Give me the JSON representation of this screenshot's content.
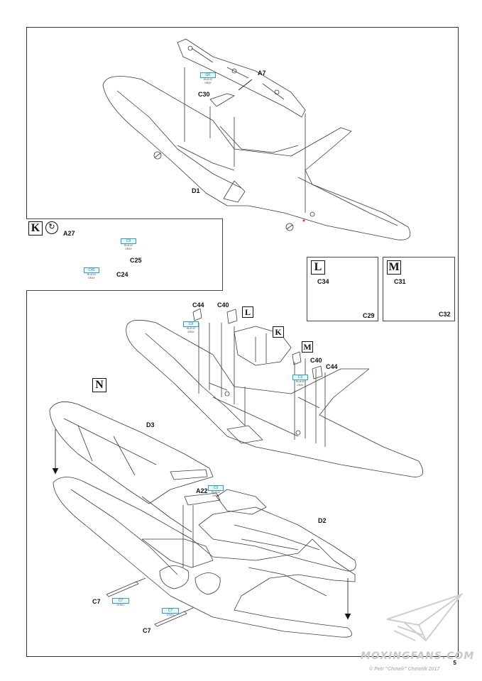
{
  "page": {
    "number": "5",
    "watermark": "MOXINGFANS.COM",
    "copyright": "© Petr \"Chmeli\" Chmelík 2017"
  },
  "labels": {
    "a7": "A7",
    "c30": "C30",
    "d1": "D1",
    "a27": "A27",
    "c25": "C25",
    "c24": "C24",
    "c34": "C34",
    "c29": "C29",
    "c31": "C31",
    "c32": "C32",
    "c44_left": "C44",
    "c40_left": "C40",
    "c40_right": "C40",
    "c44_right": "C44",
    "d3": "D3",
    "a22": "A22",
    "d2": "D2",
    "c7_top": "C7",
    "c7_bottom": "C7"
  },
  "steps": {
    "k": "K",
    "l": "L",
    "m": "M",
    "n": "N",
    "l_ref": "L",
    "k_ref": "K",
    "m_ref": "M"
  },
  "paint_callouts": {
    "a7": {
      "code": "GK",
      "desc": "RLM 02 GRAY"
    },
    "k_c25": {
      "code": "C9",
      "desc": "RLM 02 GRAY"
    },
    "k_c24": {
      "code": "C45",
      "desc": "RLM 02 GRAY"
    },
    "c44_left": {
      "code": "C9",
      "desc": "RLM 02 GRAY"
    },
    "c40_right": {
      "code": "C9",
      "desc": "RLM 02 GRAY"
    },
    "a22": {
      "code": "C9",
      "desc": "RLM 02 GRAY"
    },
    "c7_top": {
      "code": "C7",
      "desc": "STEEL"
    },
    "c7_bottom": {
      "code": "C7",
      "desc": "STEEL"
    }
  },
  "colors": {
    "line": "#3a3a3a",
    "callout": "#2aa0d8",
    "watermark": "#c8c8c8"
  }
}
